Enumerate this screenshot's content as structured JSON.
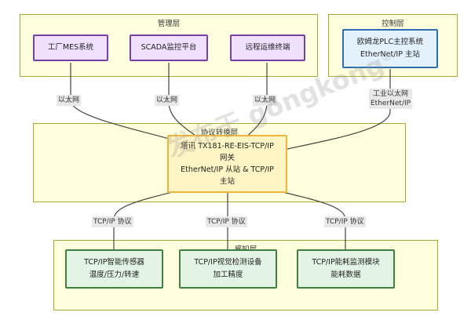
{
  "groups": {
    "management": {
      "title": "管理层"
    },
    "control": {
      "title": "控制层"
    },
    "protocol": {
      "title": "协议转换层"
    },
    "perception": {
      "title": "感知层"
    }
  },
  "nodes": {
    "mes": {
      "line1": "工厂MES系统"
    },
    "scada": {
      "line1": "SCADA监控平台"
    },
    "remote": {
      "line1": "远程运维终端"
    },
    "plc": {
      "line1": "欧姆龙PLC主控系统",
      "line2": "EtherNet/IP 主站"
    },
    "gateway": {
      "line1": "塔讯 TX181-RE-EIS-TCP/IP",
      "line2": "网关",
      "line3": "EtherNet/IP 从站 & TCP/IP",
      "line4": "主站"
    },
    "sensor": {
      "line1": "TCP/IP智能传感器",
      "line2": "温度/压力/转速"
    },
    "vision": {
      "line1": "TCP/IP视觉检测设备",
      "line2": "加工精度"
    },
    "energy": {
      "line1": "TCP/IP能耗监测模块",
      "line2": "能耗数据"
    }
  },
  "edges": {
    "mes_gateway": "以太网",
    "scada_gateway": "以太网",
    "remote_gateway": "以太网",
    "plc_gateway_line1": "工业以太网",
    "plc_gateway_line2": "EtherNet/IP",
    "gateway_sensor": "TCP/IP 协议",
    "gateway_vision": "TCP/IP 协议",
    "gateway_energy": "TCP/IP 协议"
  },
  "watermark": {
    "text": "发布于 gongkong",
    "mark": "®"
  },
  "colors": {
    "group_fill": "#ffffde",
    "group_border": "#aaaa33",
    "purple_border": "#7a3fa6",
    "blue_border": "#2b6fb0",
    "green_border": "#3f7f3f",
    "gateway_border": "#f0b53b",
    "edge": "#333333"
  }
}
